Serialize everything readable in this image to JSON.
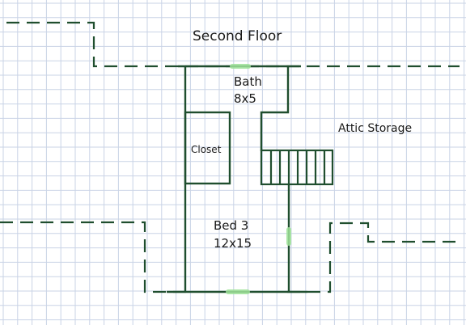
{
  "title": "Second Floor",
  "rooms": {
    "bath": {
      "name": "Bath",
      "size": "8x5"
    },
    "closet": {
      "name": "Closet"
    },
    "bed3": {
      "name": "Bed 3",
      "size": "12x15"
    },
    "attic": {
      "name": "Attic Storage"
    }
  },
  "colors": {
    "wall": "#1f4e2e",
    "dashed": "#1f4e2e",
    "grid": "#c9d3e6",
    "door": "#9fe39a",
    "paper": "#ffffff"
  }
}
